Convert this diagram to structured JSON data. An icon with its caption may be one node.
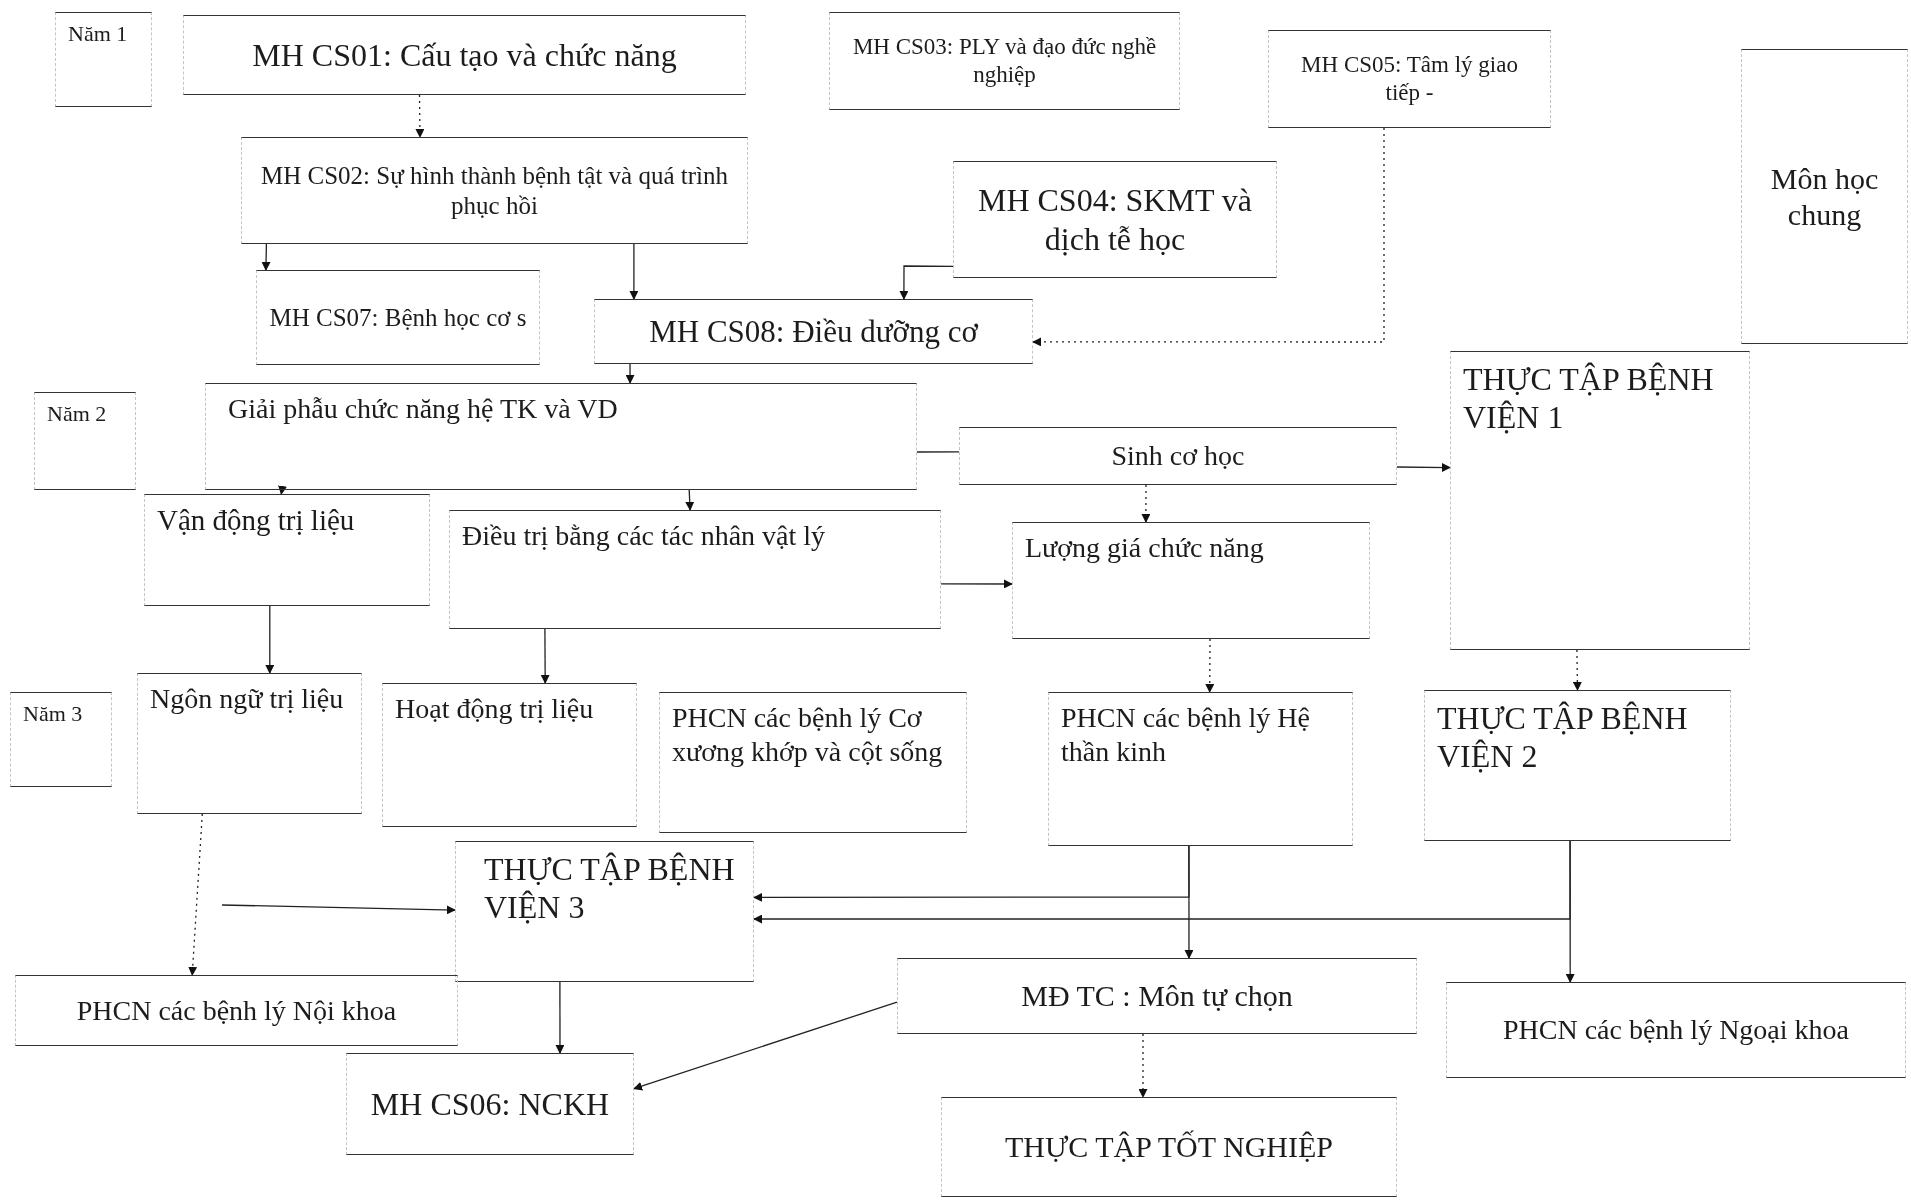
{
  "diagram": {
    "nodes": [
      {
        "text": [
          "Năm 1"
        ]
      },
      {
        "text": [
          "MH CS01: Cấu tạo và chức năng"
        ]
      },
      {
        "text": [
          "MH CS03: PLY và đạo đức nghề nghiệp"
        ]
      },
      {
        "text": [
          "MH CS05: Tâm lý giao tiếp -"
        ]
      },
      {
        "text": [
          "Môn học chung"
        ]
      },
      {
        "text": [
          "MH CS02: Sự hình thành bệnh tật và quá trình phục hồi"
        ]
      },
      {
        "text": [
          "MH CS04: SKMT và dịch tễ học"
        ]
      },
      {
        "text": [
          "MH CS07: Bệnh học cơ s"
        ]
      },
      {
        "text": [
          "MH CS08: Điều dưỡng cơ"
        ]
      },
      {
        "text": [
          "Năm 2"
        ]
      },
      {
        "text": [
          "Giải phẫu chức năng hệ TK và VD"
        ]
      },
      {
        "text": [
          "Sinh cơ học"
        ]
      },
      {
        "text": [
          "THỰC TẬP BỆNH VIỆN 1"
        ]
      },
      {
        "text": [
          "Vận động trị liệu"
        ]
      },
      {
        "text": [
          "Điều trị bằng các tác nhân vật lý"
        ]
      },
      {
        "text": [
          "Lượng giá chức năng"
        ]
      },
      {
        "text": [
          "Năm 3"
        ]
      },
      {
        "text": [
          "Ngôn ngữ trị liệu"
        ]
      },
      {
        "text": [
          "Hoạt động trị liệu"
        ]
      },
      {
        "text": [
          "PHCN các bệnh lý Cơ xương khớp và cột sống"
        ]
      },
      {
        "text": [
          "PHCN các bệnh lý Hệ thần kinh"
        ]
      },
      {
        "text": [
          "THỰC TẬP BỆNH VIỆN 2"
        ]
      },
      {
        "text": [
          "THỰC TẬP BỆNH VIỆN 3"
        ]
      },
      {
        "text": [
          "PHCN các bệnh lý Nội khoa"
        ]
      },
      {
        "text": [
          "MĐ TC : Môn tự chọn"
        ]
      },
      {
        "text": [
          "PHCN các bệnh lý Ngoại khoa"
        ]
      },
      {
        "text": [
          "MH CS06: NCKH"
        ]
      },
      {
        "text": [
          "THỰC TẬP TỐT NGHIỆP"
        ]
      }
    ],
    "edges": [
      {
        "from": 1,
        "to": 5,
        "arrow": "to",
        "style": "dashed"
      },
      {
        "from": 5,
        "to": 7,
        "arrow": "to"
      },
      {
        "from": 5,
        "to": 8,
        "arrow": "to"
      },
      {
        "from": 6,
        "to": 8,
        "arrow": "to"
      },
      {
        "from": 3,
        "to": 8,
        "arrow": "to",
        "style": "dashed"
      },
      {
        "from": 8,
        "to": 10,
        "arrow": "to"
      },
      {
        "from": 10,
        "to": 11,
        "arrow": "none"
      },
      {
        "from": 11,
        "to": 12,
        "arrow": "to"
      },
      {
        "from": 10,
        "to": 13,
        "arrow": "to"
      },
      {
        "from": 10,
        "to": 14,
        "arrow": "to"
      },
      {
        "from": 11,
        "to": 15,
        "arrow": "to",
        "style": "dashed"
      },
      {
        "from": 14,
        "to": 15,
        "arrow": "to"
      },
      {
        "from": 13,
        "to": 17,
        "arrow": "to"
      },
      {
        "from": 14,
        "to": 18,
        "arrow": "to"
      },
      {
        "from": 15,
        "to": 20,
        "arrow": "to",
        "style": "dashed"
      },
      {
        "from": 12,
        "to": 21,
        "arrow": "to",
        "style": "dashed"
      },
      {
        "from": 17,
        "to": 23,
        "arrow": "to",
        "style": "dashed"
      },
      {
        "from": null,
        "to": 22,
        "arrow": "to"
      },
      {
        "from": 20,
        "to": 22,
        "arrow": "to"
      },
      {
        "from": 21,
        "to": 22,
        "arrow": "to"
      },
      {
        "from": 20,
        "to": 24,
        "arrow": "to"
      },
      {
        "from": 21,
        "to": 25,
        "arrow": "to"
      },
      {
        "from": 22,
        "to": 26,
        "arrow": "to"
      },
      {
        "from": 24,
        "to": 26,
        "arrow": "to"
      },
      {
        "from": 24,
        "to": 27,
        "arrow": "to",
        "style": "dashed"
      }
    ]
  }
}
